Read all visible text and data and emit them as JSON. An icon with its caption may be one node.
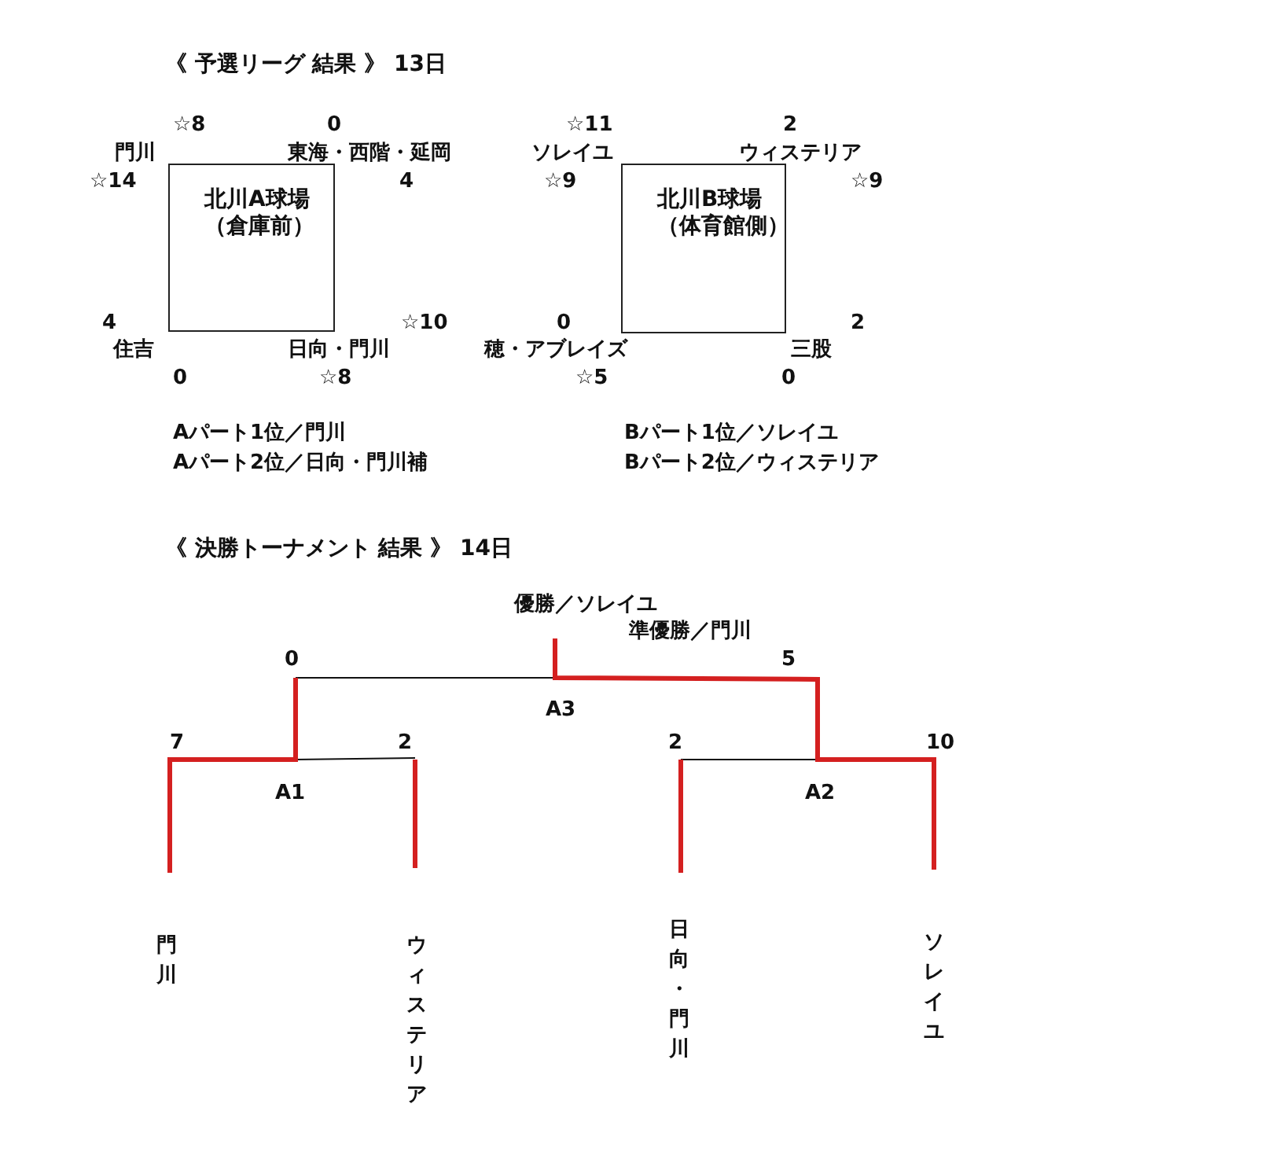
{
  "diagram": {
    "nodes": [
      {
        "text": [
          "北川A球場（倉庫前）"
        ]
      },
      {
        "text": [
          "北川B球場（体育館側）"
        ]
      }
    ],
    "labels": [
      "《 予選リーグ 結果 》 13日",
      "☆8",
      "0",
      "☆11",
      "2",
      "門川",
      "東海・西階・延岡",
      "ソレイユ",
      "ウィステリア",
      "☆14",
      "4",
      "☆9",
      "☆9",
      "4",
      "☆10",
      "0",
      "2",
      "住吉",
      "日向・門川",
      "穂・アブレイズ",
      "三股",
      "0",
      "☆8",
      "☆5",
      "0",
      "Aパート1位／門川",
      "Bパート1位／ソレイユ",
      "Aパート2位／日向・門川補",
      "Bパート2位／ウィステリア",
      "《 決勝トーナメント 結果 》 14日",
      "優勝／ソレイユ",
      "準優勝／門川",
      "0",
      "5",
      "A3",
      "7",
      "2",
      "2",
      "10",
      "A1",
      "A2",
      "門川",
      "ウィステリア",
      "日向・門川",
      "ソレイユ"
    ]
  }
}
